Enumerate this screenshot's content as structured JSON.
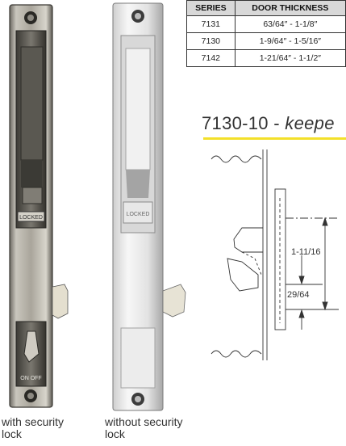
{
  "spec_table": {
    "headers": [
      "SERIES",
      "DOOR THICKNESS"
    ],
    "rows": [
      [
        "7131",
        "63/64″ - 1-1/8″"
      ],
      [
        "7130",
        "1-9/64″ - 1-5/16″"
      ],
      [
        "7142",
        "1-21/64″ - 1-1/2″"
      ]
    ]
  },
  "keeper": {
    "title_code": "7130-10",
    "title_sep": " - ",
    "title_word": "keepe",
    "dim_overall": "1-11/16",
    "dim_offset": "29/64"
  },
  "products": {
    "left_badge": "LOCKED",
    "left_bottom_badge": "ON OFF",
    "right_badge": "LOCKED",
    "left_caption_1": "with security",
    "left_caption_2": "lock",
    "right_caption_1": "without security",
    "right_caption_2": "lock"
  },
  "colors": {
    "accent_underline": "#f3e02a"
  }
}
